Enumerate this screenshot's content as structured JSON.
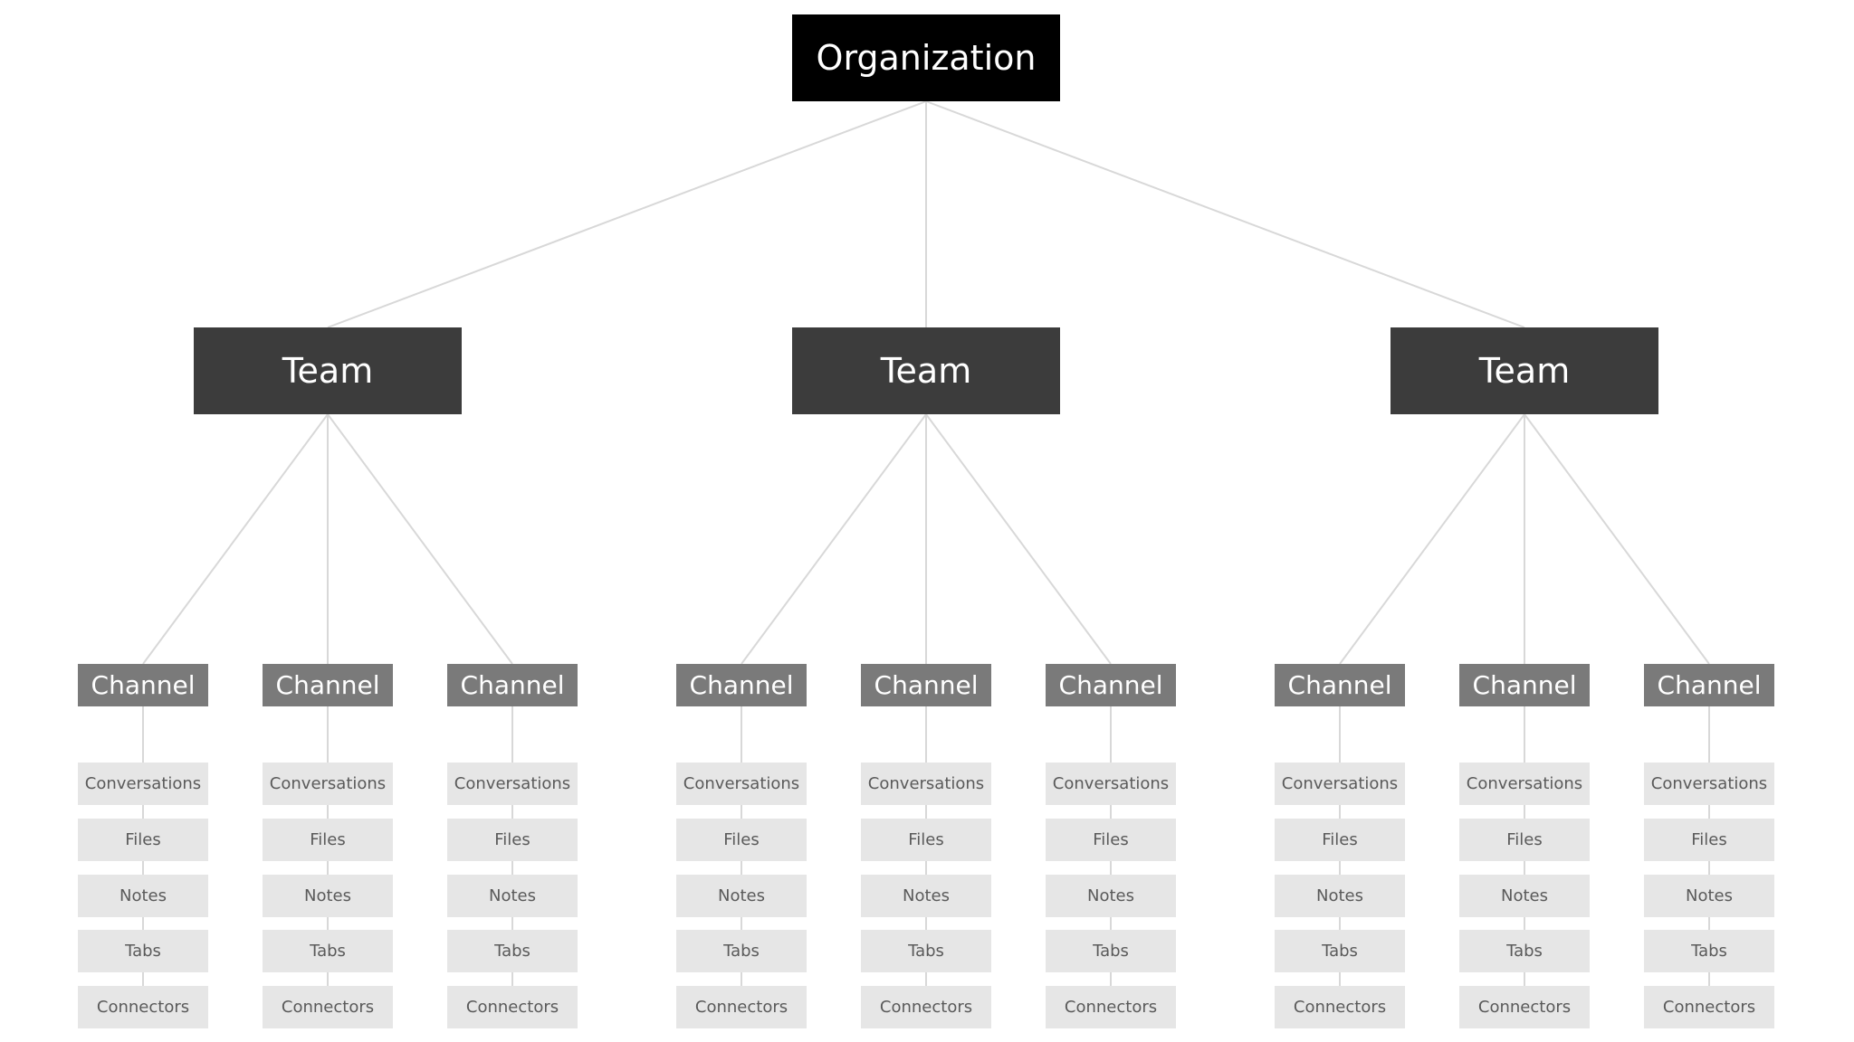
{
  "colors": {
    "background": "#ffffff",
    "organization_box": "#000000",
    "team_box": "#3c3c3c",
    "channel_box": "#7a7a7a",
    "item_box": "#e6e6e6",
    "item_text": "#5a5a5a",
    "connector_line": "#d8d8d8"
  },
  "organization": {
    "label": "Organization",
    "teams": [
      {
        "label": "Team",
        "channels": [
          {
            "label": "Channel",
            "items": [
              "Conversations",
              "Files",
              "Notes",
              "Tabs",
              "Connectors"
            ]
          },
          {
            "label": "Channel",
            "items": [
              "Conversations",
              "Files",
              "Notes",
              "Tabs",
              "Connectors"
            ]
          },
          {
            "label": "Channel",
            "items": [
              "Conversations",
              "Files",
              "Notes",
              "Tabs",
              "Connectors"
            ]
          }
        ]
      },
      {
        "label": "Team",
        "channels": [
          {
            "label": "Channel",
            "items": [
              "Conversations",
              "Files",
              "Notes",
              "Tabs",
              "Connectors"
            ]
          },
          {
            "label": "Channel",
            "items": [
              "Conversations",
              "Files",
              "Notes",
              "Tabs",
              "Connectors"
            ]
          },
          {
            "label": "Channel",
            "items": [
              "Conversations",
              "Files",
              "Notes",
              "Tabs",
              "Connectors"
            ]
          }
        ]
      },
      {
        "label": "Team",
        "channels": [
          {
            "label": "Channel",
            "items": [
              "Conversations",
              "Files",
              "Notes",
              "Tabs",
              "Connectors"
            ]
          },
          {
            "label": "Channel",
            "items": [
              "Conversations",
              "Files",
              "Notes",
              "Tabs",
              "Connectors"
            ]
          },
          {
            "label": "Channel",
            "items": [
              "Conversations",
              "Files",
              "Notes",
              "Tabs",
              "Connectors"
            ]
          }
        ]
      }
    ]
  }
}
